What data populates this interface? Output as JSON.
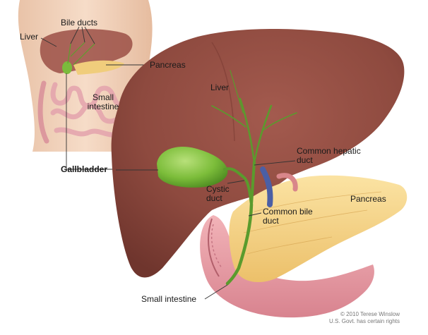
{
  "labels": {
    "bile_ducts": "Bile ducts",
    "liver_inset": "Liver",
    "pancreas_inset": "Pancreas",
    "small_intestine_inset": "Small intestine",
    "gallbladder": "Gallbladder",
    "liver_main": "Liver",
    "common_hepatic_duct": "Common hepatic duct",
    "cystic_duct": "Cystic duct",
    "common_bile_duct": "Common bile duct",
    "pancreas_main": "Pancreas",
    "small_intestine_main": "Small intestine"
  },
  "credit": {
    "line1": "© 2010 Terese Winslow",
    "line2": "U.S. Govt. has certain rights"
  }
}
